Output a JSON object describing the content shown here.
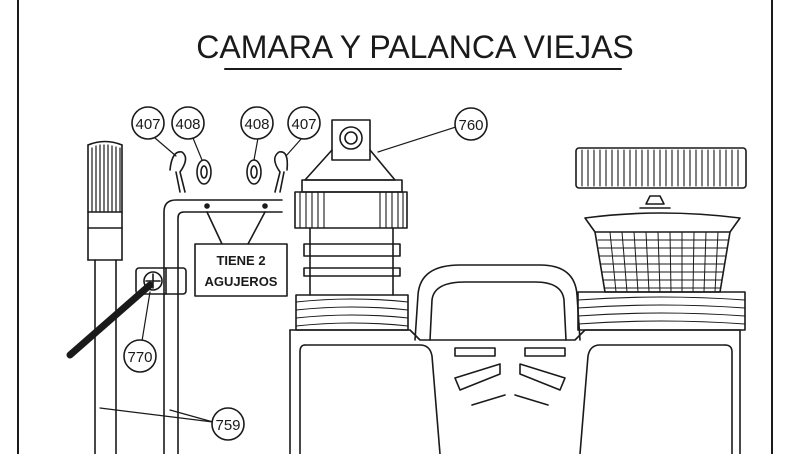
{
  "title": "CAMARA Y PALANCA VIEJAS",
  "callouts": [
    "407",
    "408",
    "408",
    "407",
    "760",
    "770",
    "759"
  ],
  "note": {
    "line1": "TIENE 2",
    "line2": "AGUJEROS"
  },
  "colors": {
    "ink": "#1a1a1a",
    "paper": "#ffffff",
    "hatch": "#555555"
  }
}
